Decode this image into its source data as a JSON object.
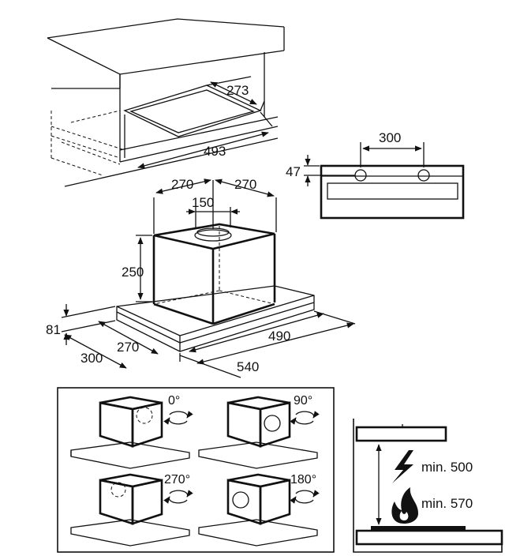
{
  "cabinet": {
    "dim_depth": "273",
    "dim_width": "493"
  },
  "hood": {
    "dim_left": "270",
    "dim_right": "270",
    "dim_outlet": "150",
    "dim_height": "250",
    "dim_panel_height": "81",
    "dim_front_left": "270",
    "dim_depth": "300",
    "dim_front_right": "490",
    "dim_width": "540"
  },
  "front_view": {
    "dim_spacing": "300",
    "dim_height": "47"
  },
  "rotations": [
    {
      "label": "0°"
    },
    {
      "label": "90°"
    },
    {
      "label": "270°"
    },
    {
      "label": "180°"
    }
  ],
  "clearances": {
    "electric": "min. 500",
    "gas": "min. 570"
  }
}
